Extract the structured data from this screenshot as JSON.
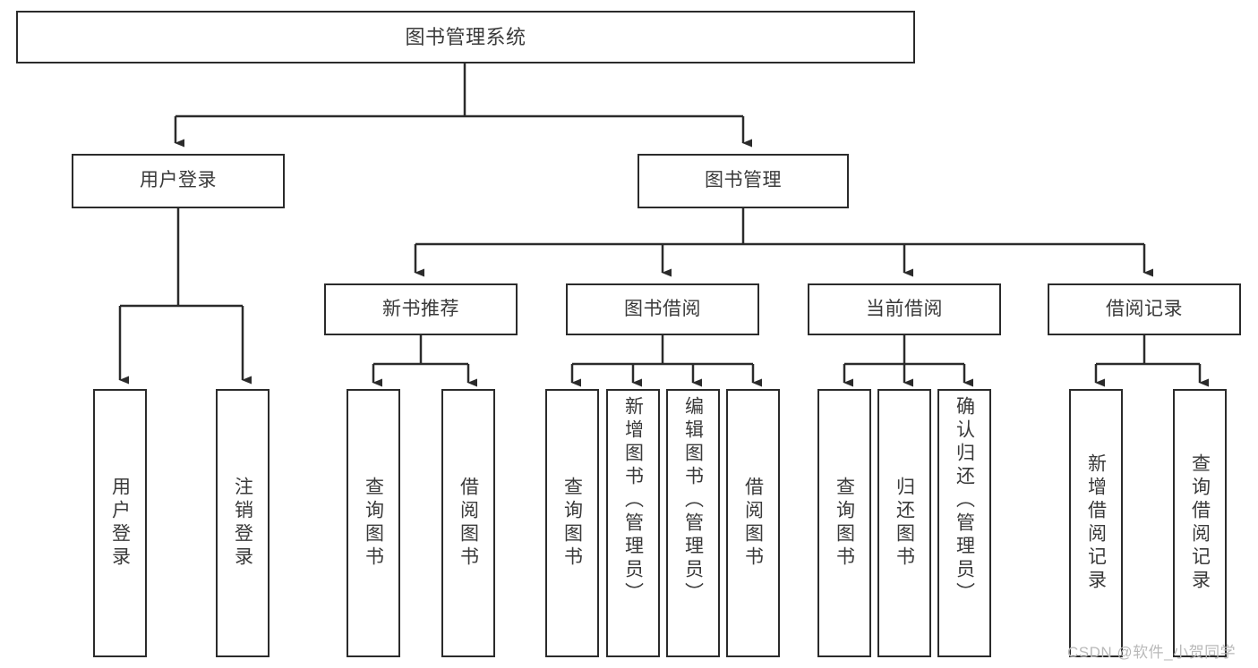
{
  "diagram": {
    "title": "图书管理系统",
    "type": "hierarchy-tree",
    "colors": {
      "box_border": "#2b2b2b",
      "box_fill": "#ffffff",
      "text": "#3a3a3a",
      "connector": "#2b2b2b",
      "watermark": "#b9b9b9"
    },
    "root": {
      "label": "图书管理系统"
    },
    "level1": [
      {
        "label": "用户登录"
      },
      {
        "label": "图书管理"
      }
    ],
    "level2": [
      {
        "label": "新书推荐"
      },
      {
        "label": "图书借阅"
      },
      {
        "label": "当前借阅"
      },
      {
        "label": "借阅记录"
      }
    ],
    "leaves": {
      "user_login": [
        {
          "label": "用户登录"
        },
        {
          "label": "注销登录"
        }
      ],
      "new_book_recommend": [
        {
          "label": "查询图书"
        },
        {
          "label": "借阅图书"
        }
      ],
      "book_borrow": [
        {
          "label": "查询图书"
        },
        {
          "label": "新增图书（管理员）"
        },
        {
          "label": "编辑图书（管理员）"
        },
        {
          "label": "借阅图书"
        }
      ],
      "current_borrow": [
        {
          "label": "查询图书"
        },
        {
          "label": "归还图书"
        },
        {
          "label": "确认归还（管理员）"
        }
      ],
      "borrow_record": [
        {
          "label": "新增借阅记录"
        },
        {
          "label": "查询借阅记录"
        }
      ]
    }
  },
  "watermark": {
    "text": "CSDN @软件_小贺同学"
  }
}
